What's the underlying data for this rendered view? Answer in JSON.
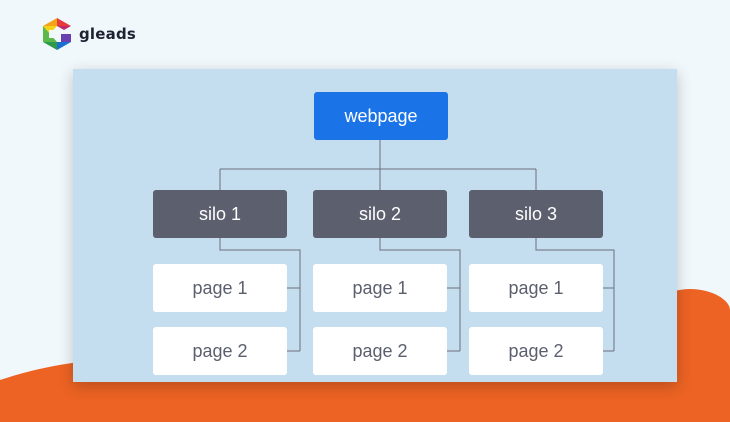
{
  "brand": {
    "name": "gleads"
  },
  "colors": {
    "background": "#f1f8fc",
    "accent_orange": "#ec6323",
    "panel": "#c4def0",
    "root_node": "#1a74e8",
    "silo_node": "#5c5f6d",
    "page_node": "#ffffff",
    "connector": "#6b6f7c"
  },
  "diagram": {
    "root": {
      "label": "webpage"
    },
    "silos": [
      {
        "label": "silo 1",
        "pages": [
          {
            "label": "page 1"
          },
          {
            "label": "page 2"
          }
        ]
      },
      {
        "label": "silo 2",
        "pages": [
          {
            "label": "page 1"
          },
          {
            "label": "page 2"
          }
        ]
      },
      {
        "label": "silo 3",
        "pages": [
          {
            "label": "page 1"
          },
          {
            "label": "page 2"
          }
        ]
      }
    ]
  }
}
